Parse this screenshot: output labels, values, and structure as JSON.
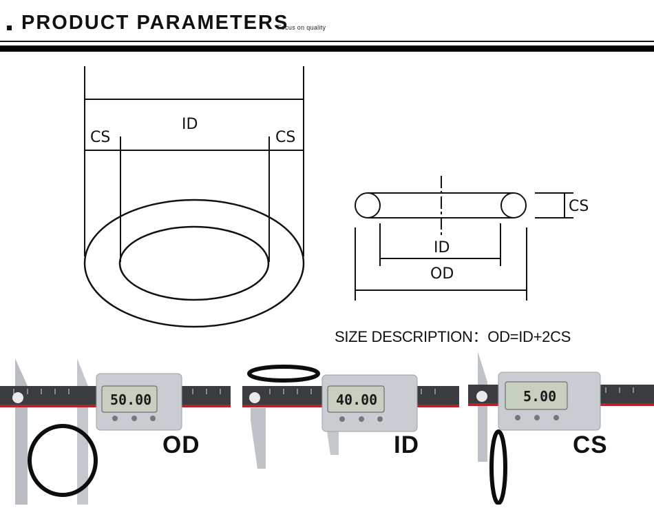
{
  "header": {
    "title": "PRODUCT PARAMETERS",
    "subtitle": "Focus on quality"
  },
  "ring_diagram": {
    "id_label": "ID",
    "cs_left_label": "CS",
    "cs_right_label": "CS"
  },
  "section_diagram": {
    "cs_label": "CS",
    "id_label": "ID",
    "od_label": "OD"
  },
  "size_description": "SIZE DESCRIPTION：OD=ID+2CS",
  "measurements": [
    {
      "label": "OD",
      "reading": "50.00"
    },
    {
      "label": "ID",
      "reading": "40.00"
    },
    {
      "label": "CS",
      "reading": "5.00"
    }
  ],
  "colors": {
    "ink": "#111111",
    "caliper_steel": "#c9ccd0",
    "lcd": "#c7d0c0",
    "ring": "#0d0d0d",
    "scale_red": "#b3242b"
  }
}
